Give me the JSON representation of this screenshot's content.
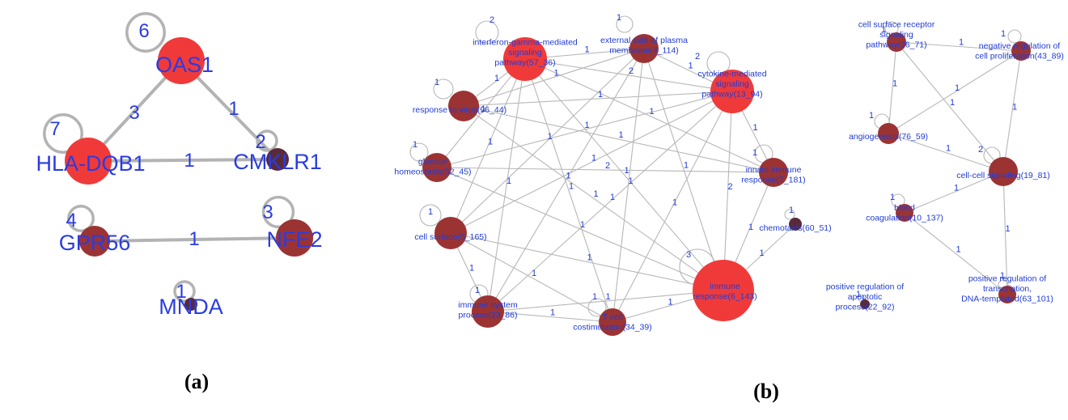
{
  "colors": {
    "node_high": "#f03a3a",
    "node_low": "#9c3333",
    "node_dark": "#5a2a3a",
    "label": "#2a3ce0",
    "edge": "#b3b3b3"
  },
  "panel_a": {
    "caption": "(a)",
    "nodes": [
      {
        "id": "OAS1",
        "label": "OAS1",
        "self_weight": "6",
        "color": "high"
      },
      {
        "id": "HLA-DQB1",
        "label": "HLA-DQB1",
        "self_weight": "7",
        "color": "high"
      },
      {
        "id": "CMKLR1",
        "label": "CMKLR1",
        "self_weight": "2",
        "color": "dark"
      },
      {
        "id": "GPR56",
        "label": "GPR56",
        "self_weight": "4",
        "color": "low"
      },
      {
        "id": "NFE2",
        "label": "NFE2",
        "self_weight": "3",
        "color": "low"
      },
      {
        "id": "MNDA",
        "label": "MNDA",
        "self_weight": "1",
        "color": "dark"
      }
    ],
    "edges": [
      {
        "source": "OAS1",
        "target": "HLA-DQB1",
        "weight": "3"
      },
      {
        "source": "OAS1",
        "target": "CMKLR1",
        "weight": "1"
      },
      {
        "source": "HLA-DQB1",
        "target": "CMKLR1",
        "weight": "1"
      },
      {
        "source": "GPR56",
        "target": "NFE2",
        "weight": "1"
      }
    ]
  },
  "panel_b": {
    "caption": "(b)",
    "nodes": [
      {
        "id": "ifn",
        "lines": [
          "interferon-gamma-mediated",
          "signaling",
          "pathway(57_36)"
        ],
        "self_weight": "2",
        "color": "high"
      },
      {
        "id": "ext",
        "lines": [
          "external side of plasma",
          "membrane(4_114)"
        ],
        "self_weight": "1",
        "color": "low"
      },
      {
        "id": "cyto",
        "lines": [
          "cytokine-mediated",
          "signaling",
          "pathway(13_94)"
        ],
        "self_weight": "2",
        "color": "high"
      },
      {
        "id": "virus",
        "lines": [
          "response to virus(96_44)"
        ],
        "self_weight": "1",
        "color": "low"
      },
      {
        "id": "glucose",
        "lines": [
          "glucose",
          "homeostasis(52_45)"
        ],
        "self_weight": "1",
        "color": "low"
      },
      {
        "id": "innate",
        "lines": [
          "innate immune",
          "response(7_181)"
        ],
        "self_weight": "1",
        "color": "low"
      },
      {
        "id": "chemo",
        "lines": [
          "chemotaxis(60_51)"
        ],
        "self_weight": "1",
        "color": "dark"
      },
      {
        "id": "surface",
        "lines": [
          "cell surface(5_165)"
        ],
        "self_weight": "1",
        "color": "low"
      },
      {
        "id": "immune",
        "lines": [
          "immune",
          "response(6_143)"
        ],
        "self_weight": "3",
        "color": "high"
      },
      {
        "id": "isp",
        "lines": [
          "immune system",
          "process(23_86)"
        ],
        "self_weight": "1",
        "color": "low"
      },
      {
        "id": "tcell",
        "lines": [
          "T cell",
          "costimulation(34_39)"
        ],
        "self_weight": "1",
        "color": "low"
      },
      {
        "id": "csr",
        "lines": [
          "cell surface receptor",
          "signaling",
          "pathway(26_71)"
        ],
        "self_weight": "1",
        "color": "low"
      },
      {
        "id": "negprol",
        "lines": [
          "negative regulation of",
          "cell proliferation(43_89)"
        ],
        "self_weight": "1",
        "color": "low"
      },
      {
        "id": "angio",
        "lines": [
          "angiogenesis(76_59)"
        ],
        "self_weight": "1",
        "color": "low"
      },
      {
        "id": "ccs",
        "lines": [
          "cell-cell signaling(19_81)"
        ],
        "self_weight": "2",
        "color": "low"
      },
      {
        "id": "blood",
        "lines": [
          "blood",
          "coagulation(10_137)"
        ],
        "self_weight": "1",
        "color": "low"
      },
      {
        "id": "posreg",
        "lines": [
          "positive regulation of",
          "transcription,",
          "DNA-templated(63_101)"
        ],
        "self_weight": "1",
        "color": "low"
      },
      {
        "id": "apop",
        "lines": [
          "positive regulation of",
          "apoptotic",
          "process(22_92)"
        ],
        "self_weight": "1",
        "color": "dark"
      }
    ],
    "edges": [
      {
        "source": "ifn",
        "target": "ext",
        "weight": "1"
      },
      {
        "source": "ifn",
        "target": "cyto",
        "weight": "2"
      },
      {
        "source": "ifn",
        "target": "virus",
        "weight": "1"
      },
      {
        "source": "ifn",
        "target": "glucose",
        "weight": "1"
      },
      {
        "source": "ifn",
        "target": "surface",
        "weight": "1"
      },
      {
        "source": "ifn",
        "target": "isp",
        "weight": "1"
      },
      {
        "source": "ifn",
        "target": "tcell",
        "weight": "1"
      },
      {
        "source": "ifn",
        "target": "immune",
        "weight": "1"
      },
      {
        "source": "ifn",
        "target": "innate",
        "weight": "1"
      },
      {
        "source": "ext",
        "target": "cyto",
        "weight": "1"
      },
      {
        "source": "ext",
        "target": "virus",
        "weight": "1"
      },
      {
        "source": "ext",
        "target": "surface",
        "weight": "1"
      },
      {
        "source": "ext",
        "target": "isp",
        "weight": "1"
      },
      {
        "source": "ext",
        "target": "immune",
        "weight": "1"
      },
      {
        "source": "ext",
        "target": "tcell",
        "weight": "1"
      },
      {
        "source": "cyto",
        "target": "virus",
        "weight": "1"
      },
      {
        "source": "cyto",
        "target": "glucose",
        "weight": "1"
      },
      {
        "source": "cyto",
        "target": "innate",
        "weight": "1"
      },
      {
        "source": "cyto",
        "target": "surface",
        "weight": "1"
      },
      {
        "source": "cyto",
        "target": "isp",
        "weight": "1"
      },
      {
        "source": "cyto",
        "target": "immune",
        "weight": "2"
      },
      {
        "source": "cyto",
        "target": "tcell",
        "weight": "1"
      },
      {
        "source": "virus",
        "target": "innate",
        "weight": "1"
      },
      {
        "source": "virus",
        "target": "immune",
        "weight": "1"
      },
      {
        "source": "glucose",
        "target": "innate",
        "weight": "2"
      },
      {
        "source": "glucose",
        "target": "immune",
        "weight": "1"
      },
      {
        "source": "surface",
        "target": "isp",
        "weight": "1"
      },
      {
        "source": "surface",
        "target": "immune",
        "weight": "1"
      },
      {
        "source": "surface",
        "target": "tcell",
        "weight": "1"
      },
      {
        "source": "isp",
        "target": "immune",
        "weight": "1"
      },
      {
        "source": "isp",
        "target": "tcell",
        "weight": "1"
      },
      {
        "source": "tcell",
        "target": "immune",
        "weight": "1"
      },
      {
        "source": "immune",
        "target": "chemo",
        "weight": "1"
      },
      {
        "source": "immune",
        "target": "innate",
        "weight": "1"
      },
      {
        "source": "csr",
        "target": "negprol",
        "weight": "1"
      },
      {
        "source": "csr",
        "target": "angio",
        "weight": "1"
      },
      {
        "source": "csr",
        "target": "ccs",
        "weight": "1"
      },
      {
        "source": "negprol",
        "target": "angio",
        "weight": "1"
      },
      {
        "source": "negprol",
        "target": "ccs",
        "weight": "1"
      },
      {
        "source": "angio",
        "target": "ccs",
        "weight": "1"
      },
      {
        "source": "ccs",
        "target": "blood",
        "weight": "1"
      },
      {
        "source": "ccs",
        "target": "posreg",
        "weight": "1"
      },
      {
        "source": "blood",
        "target": "posreg",
        "weight": "1"
      }
    ]
  }
}
